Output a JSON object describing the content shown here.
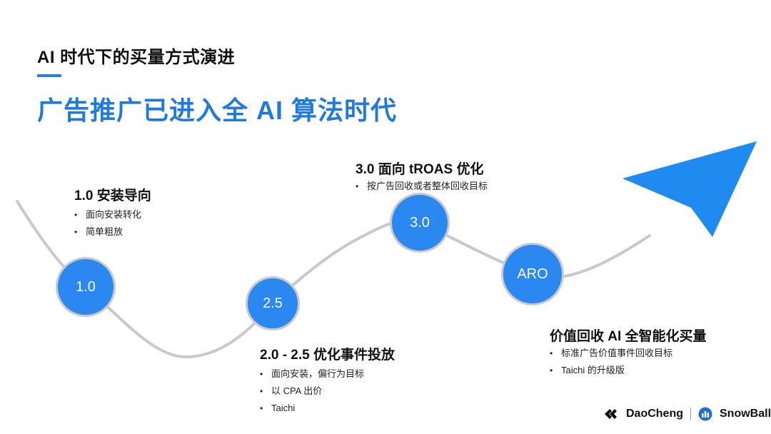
{
  "header": {
    "kicker": "AI 时代下的买量方式演进",
    "headline": "广告推广已进入全 AI 算法时代"
  },
  "stages": [
    {
      "node_label": "1.0",
      "title": "1.0 安装导向",
      "bullets": [
        "面向安装转化",
        "简单粗放"
      ]
    },
    {
      "node_label": "2.5",
      "title": "2.0 - 2.5 优化事件投放",
      "bullets": [
        "面向安装，偏行为目标",
        "以 CPA 出价",
        "Taichi"
      ]
    },
    {
      "node_label": "3.0",
      "title": "3.0 面向 tROAS 优化",
      "bullets": [
        "按广告回收或者整体回收目标"
      ]
    },
    {
      "node_label": "ARO",
      "title": "价值回收 AI 全智能化买量",
      "bullets": [
        "标准广告价值事件回收目标",
        "Taichi 的升级版"
      ]
    }
  ],
  "logos": {
    "left": "DaoCheng",
    "right": "SnowBall"
  },
  "colors": {
    "accent": "#1f7ae0",
    "node": "#2a88f0",
    "arrow": "#1f8bf0",
    "curve": "#c9c9c9"
  }
}
